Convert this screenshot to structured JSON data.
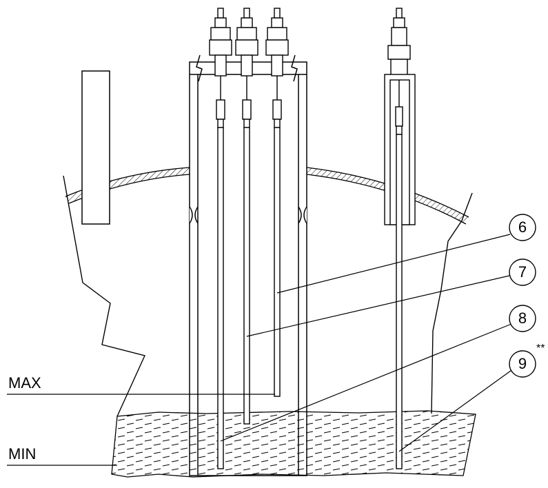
{
  "labels": {
    "max": "MAX",
    "min": "MIN",
    "asterisks": "**"
  },
  "callouts": [
    {
      "id": "6",
      "text": "6"
    },
    {
      "id": "7",
      "text": "7"
    },
    {
      "id": "8",
      "text": "8"
    },
    {
      "id": "9",
      "text": "9"
    }
  ],
  "colors": {
    "line": "#000000",
    "background": "#ffffff"
  }
}
